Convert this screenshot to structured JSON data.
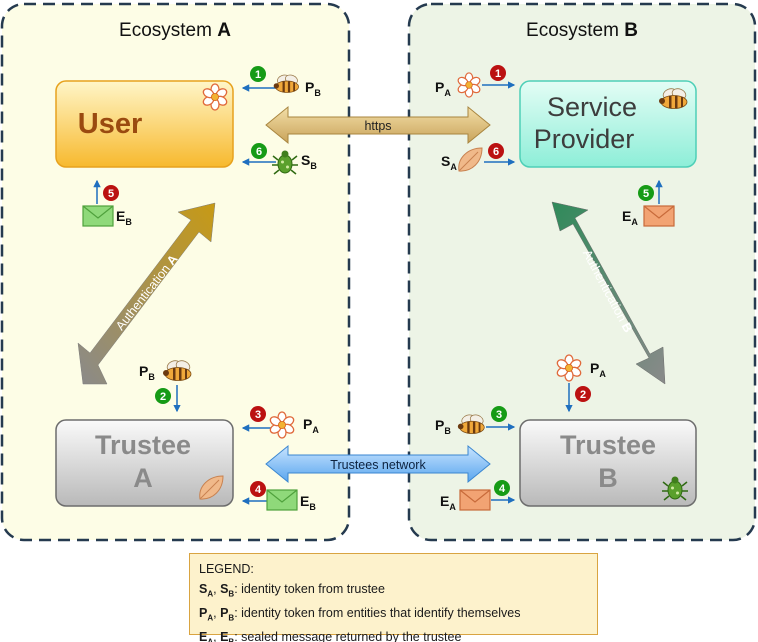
{
  "ecosystem_a": {
    "prefix": "Ecosystem ",
    "letter": "A"
  },
  "ecosystem_b": {
    "prefix": "Ecosystem ",
    "letter": "B"
  },
  "nodes": {
    "user": "User",
    "service_provider_line1": "Service",
    "service_provider_line2": "Provider",
    "trustee_a_line1": "Trustee",
    "trustee_a_line2": "A",
    "trustee_b_line1": "Trustee",
    "trustee_b_line2": "B"
  },
  "links": {
    "https": "https",
    "trustees_network": "Trustees network",
    "authentication_a": {
      "prefix": "Authentication ",
      "letter": "A"
    },
    "authentication_b": {
      "prefix": "Authentication ",
      "letter": "B"
    }
  },
  "tokens": {
    "p": "P",
    "s": "S",
    "e": "E",
    "sub_a": "A",
    "sub_b": "B"
  },
  "steps": {
    "n1": "1",
    "n2": "2",
    "n3": "3",
    "n4": "4",
    "n5": "5",
    "n6": "6"
  },
  "colors": {
    "step_green": "#169b16",
    "step_red": "#bb1111",
    "ecosystem_a_bg": "#fdfde6",
    "ecosystem_b_bg": "#edf4e6",
    "user_box": "#fcc74a",
    "service_provider_box": "#a9f4e4",
    "trustee_box": "#dcdcdc",
    "flow_arrow": "#1f6fbf"
  },
  "icons": {
    "bee": "bee-icon",
    "flower": "flower-icon",
    "leaf": "leaf-icon",
    "bug": "bug-icon",
    "envelope": "envelope-icon"
  },
  "legend": {
    "title": "LEGEND:",
    "s_desc": ": identity token  from trustee",
    "p_desc": ": identity token  from entities that identify themselves",
    "e_desc": ": sealed message returned by the trustee",
    "sep": ", "
  }
}
